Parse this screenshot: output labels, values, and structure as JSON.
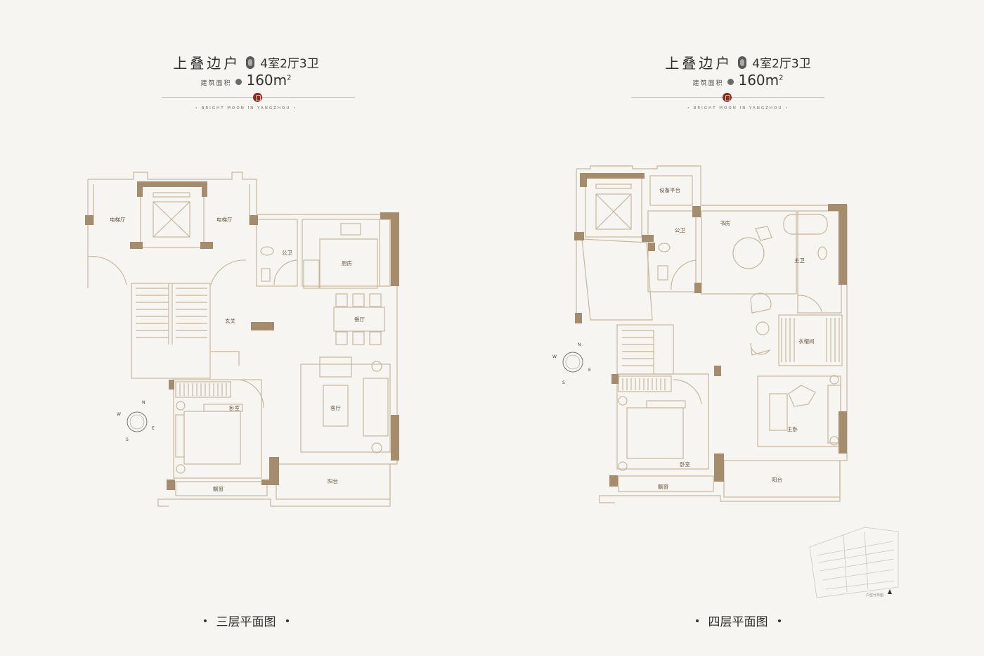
{
  "colors": {
    "wall": "#a48c6d",
    "line": "#c8b89f",
    "accent": "#8a2a22",
    "background": "#f6f5f1"
  },
  "left": {
    "title": "上叠边户",
    "rooms": "4室2厅3卫",
    "area_label": "建筑面积",
    "area_value": "160m",
    "area_sup": "2",
    "tagline": "• BRIGHT MOON IN YANGZHOU •",
    "footer": "三层平面图",
    "room_labels": {
      "elevator_hall_left": "电梯厅",
      "elevator_hall_right": "电梯厅",
      "public_bath": "公卫",
      "kitchen": "厨房",
      "foyer": "玄关",
      "dining": "餐厅",
      "bedroom": "卧室",
      "living": "客厅",
      "bay_window": "飘窗",
      "balcony": "阳台"
    }
  },
  "right": {
    "title": "上叠边户",
    "rooms": "4室2厅3卫",
    "area_label": "建筑面积",
    "area_value": "160m",
    "area_sup": "2",
    "tagline": "• BRIGHT MOON IN YANGZHOU •",
    "footer": "四层平面图",
    "room_labels": {
      "equipment": "设备平台",
      "public_bath": "公卫",
      "study": "书房",
      "master_bath": "主卫",
      "wardrobe": "衣帽间",
      "master_bedroom": "主卧",
      "bedroom": "卧室",
      "bay_window": "飘窗",
      "balcony": "阳台"
    }
  },
  "compass": {
    "n": "N",
    "s": "S",
    "e": "E",
    "w": "W"
  },
  "keymap_label": "户型分布图"
}
